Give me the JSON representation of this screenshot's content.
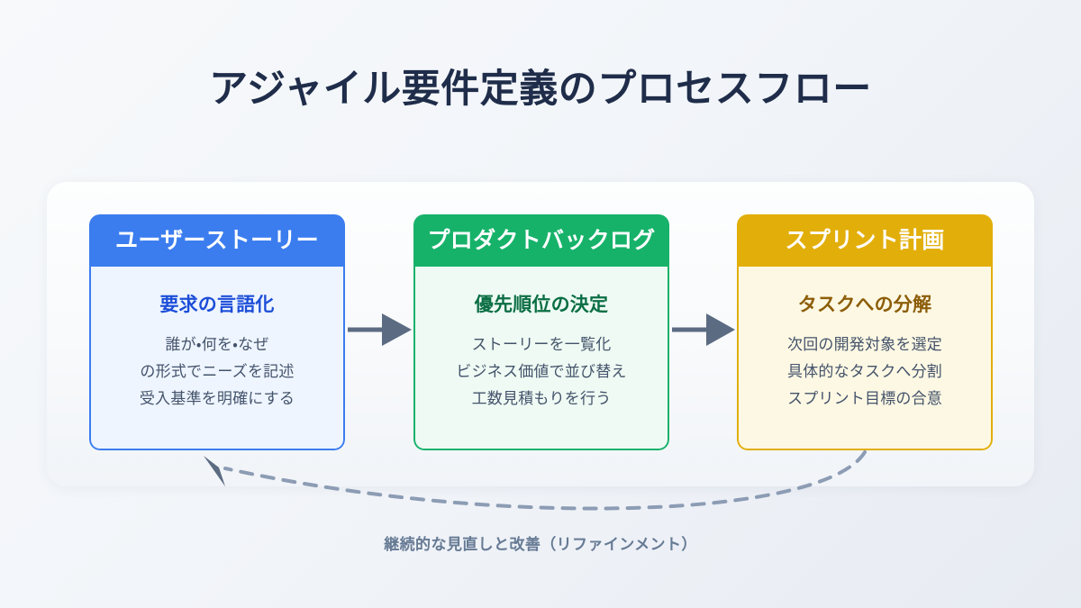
{
  "title": "アジャイル要件定義のプロセスフロー",
  "colors": {
    "background_start": "#f7f9fb",
    "background_end": "#e7ebf2",
    "title_text": "#1f2d4a",
    "panel_fill": "#fdfefe",
    "arrow": "#5b6b82",
    "feedback_line": "#8c9cb4",
    "feedback_text": "#667a94",
    "card_blue": "#3b7def",
    "card_green": "#17b26a",
    "card_gold": "#e2ae09"
  },
  "cards": [
    {
      "header": "ユーザーストーリー",
      "subtitle": "要求の言語化",
      "lines": [
        "誰が・何を・なぜ",
        "の形式でニーズを記述",
        "受入基準を明確にする"
      ],
      "accent": "#3b7def",
      "body_fill": "#eef5ff",
      "subtitle_color": "#1d4ed8"
    },
    {
      "header": "プロダクトバックログ",
      "subtitle": "優先順位の決定",
      "lines": [
        "ストーリーを一覧化",
        "ビジネス価値で並び替え",
        "工数見積もりを行う"
      ],
      "accent": "#17b26a",
      "body_fill": "#eefaf3",
      "subtitle_color": "#0b6e44"
    },
    {
      "header": "スプリント計画",
      "subtitle": "タスクへの分解",
      "lines": [
        "次回の開発対象を選定",
        "具体的なタスクへ分割",
        "スプリント目標の合意"
      ],
      "accent": "#e2ae09",
      "body_fill": "#fdf8e3",
      "subtitle_color": "#8c5d09"
    }
  ],
  "connectors": {
    "forward_arrows": 2,
    "feedback": {
      "label": "継続的な見直しと改善（リファインメント）",
      "style": "dashed",
      "direction": "right-to-left"
    }
  }
}
